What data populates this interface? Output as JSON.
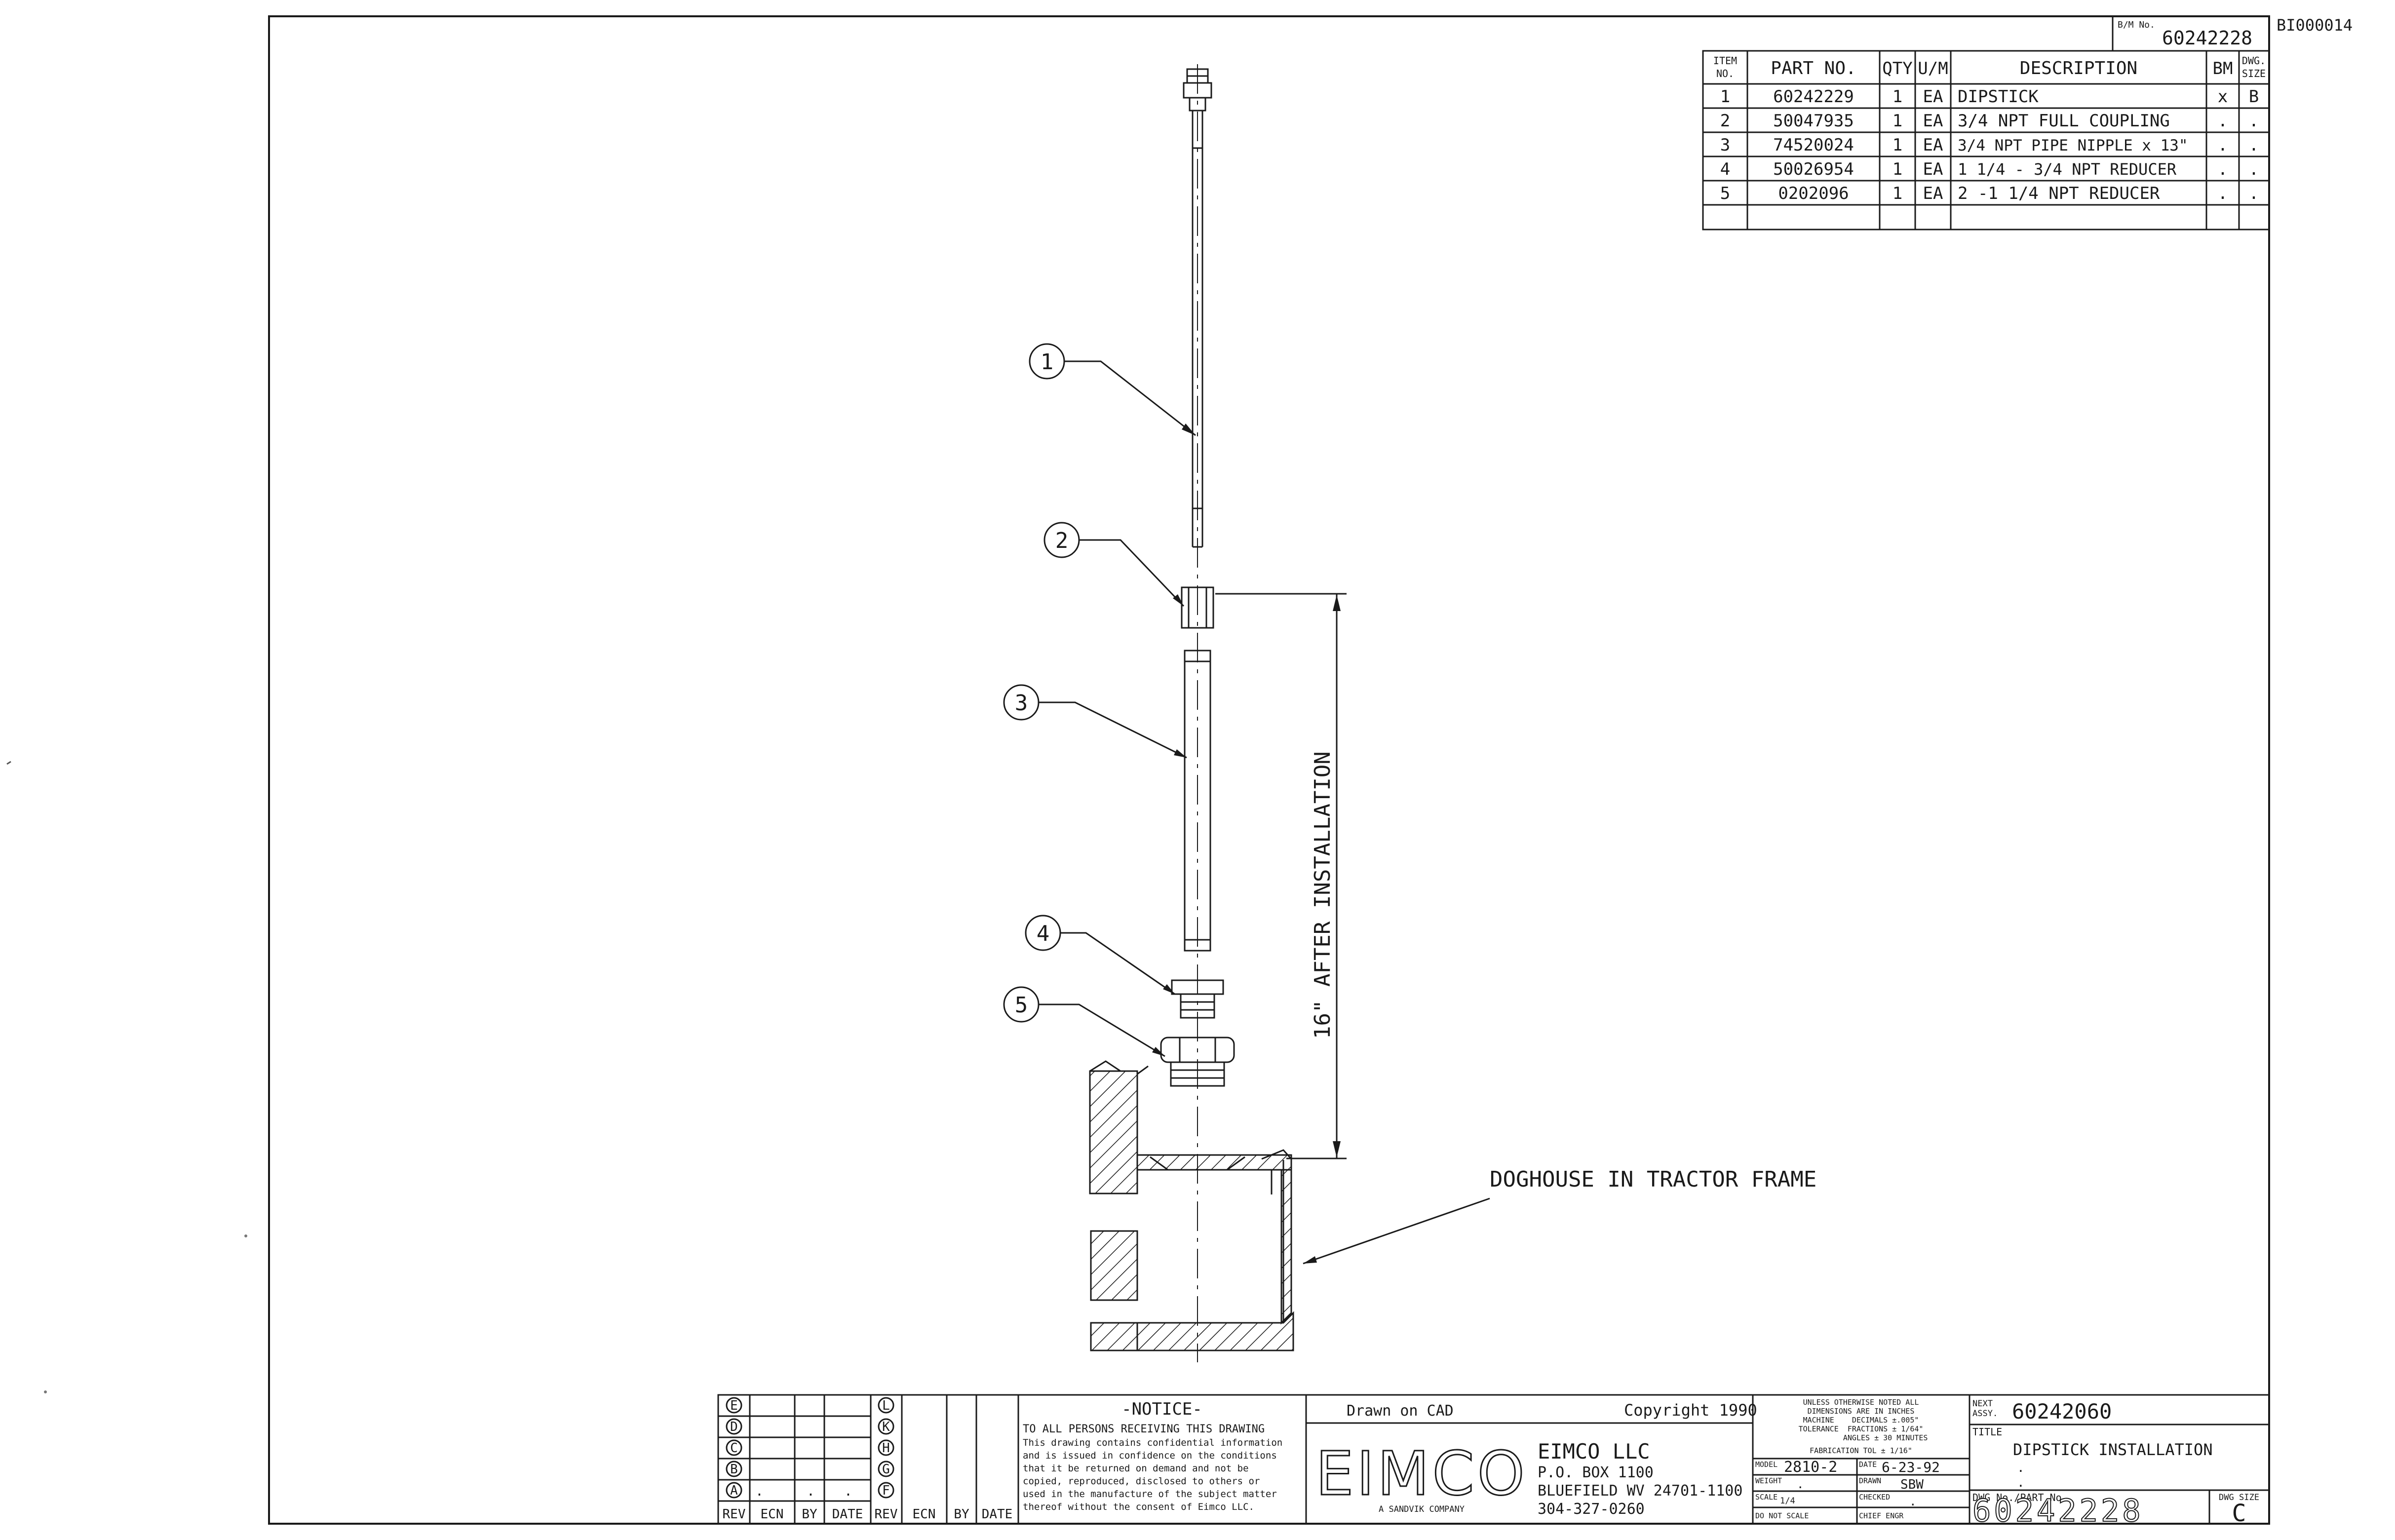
{
  "sheet": {
    "doc_code": "BI000014"
  },
  "bom": {
    "bm_no_label": "B/M No.",
    "bm_no": "60242228",
    "headers": {
      "item": "ITEM NO.",
      "item_l1": "ITEM",
      "item_l2": "NO.",
      "part": "PART NO.",
      "qty": "QTY",
      "um": "U/M",
      "desc": "DESCRIPTION",
      "bm": "BM",
      "dwg": "DWG. SIZE",
      "dwg_l1": "DWG.",
      "dwg_l2": "SIZE"
    },
    "rows": [
      {
        "item": "1",
        "part": "60242229",
        "qty": "1",
        "um": "EA",
        "desc": "DIPSTICK",
        "bm": "x",
        "dwg": "B"
      },
      {
        "item": "2",
        "part": "50047935",
        "qty": "1",
        "um": "EA",
        "desc": "3/4 NPT FULL COUPLING",
        "bm": ".",
        "dwg": "."
      },
      {
        "item": "3",
        "part": "74520024",
        "qty": "1",
        "um": "EA",
        "desc": "3/4 NPT PIPE NIPPLE x 13\"",
        "bm": ".",
        "dwg": "."
      },
      {
        "item": "4",
        "part": "50026954",
        "qty": "1",
        "um": "EA",
        "desc": "1 1/4 - 3/4 NPT REDUCER",
        "bm": ".",
        "dwg": "."
      },
      {
        "item": "5",
        "part": "0202096",
        "qty": "1",
        "um": "EA",
        "desc": "2 -1 1/4 NPT REDUCER",
        "bm": ".",
        "dwg": "."
      }
    ]
  },
  "drawing": {
    "balloons": [
      "1",
      "2",
      "3",
      "4",
      "5"
    ],
    "dimension_label": "16\" AFTER INSTALLATION",
    "frame_callout": "DOGHOUSE IN TRACTOR FRAME"
  },
  "revisions": {
    "letters_left": [
      "E",
      "D",
      "C",
      "B",
      "A"
    ],
    "letters_right": [
      "L",
      "K",
      "H",
      "G",
      "F"
    ],
    "row_a_values": [
      ".",
      ".",
      "."
    ],
    "footer": [
      "REV",
      "ECN",
      "BY",
      "DATE",
      "REV",
      "ECN",
      "BY",
      "DATE"
    ]
  },
  "notice": {
    "title": "-NOTICE-",
    "lines": [
      "TO ALL PERSONS RECEIVING THIS DRAWING",
      "This drawing contains confidential information",
      "and is issued in confidence on the conditions",
      "that it be returned on demand and not be",
      "copied, reproduced, disclosed to others or",
      "used in the manufacture of the subject matter",
      "thereof without the consent of Eimco LLC."
    ]
  },
  "company": {
    "drawn_on": "Drawn on CAD",
    "copyright": "Copyright 1990",
    "logo": "EIMCO",
    "logo_sub": "A SANDVIK COMPANY",
    "name": "EIMCO LLC",
    "box": "P.O. BOX 1100",
    "city": "BLUEFIELD WV 24701-1100",
    "phone": "304-327-0260"
  },
  "tolerance": {
    "lines": [
      "UNLESS OTHERWISE NOTED ALL",
      "DIMENSIONS ARE IN INCHES",
      "MACHINE    DECIMALS ±.005\"",
      "TOLERANCE  FRACTIONS ± 1/64\"",
      "           ANGLES ± 30 MINUTES",
      "FABRICATION TOL ± 1/16\""
    ]
  },
  "info": {
    "model_label": "MODEL",
    "model": "2810-2",
    "date_label": "DATE",
    "date": "6-23-92",
    "weight_label": "WEIGHT",
    "weight": ".",
    "drawn_label": "DRAWN",
    "drawn": "SBW",
    "scale_label": "SCALE",
    "scale": "1/4",
    "checked_label": "CHECKED",
    "checked": ".",
    "dns": "DO NOT SCALE",
    "chief_label": "CHIEF ENGR"
  },
  "title_block": {
    "next_label_1": "NEXT",
    "next_label_2": "ASSY.",
    "next": "60242060",
    "title_label": "TITLE",
    "title": "DIPSTICK INSTALLATION",
    "dot1": ".",
    "dot2": ".",
    "dwg_label": "DWG No./PART No.",
    "dwg_no": "60242228",
    "size_label": "DWG SIZE",
    "size": "C"
  }
}
